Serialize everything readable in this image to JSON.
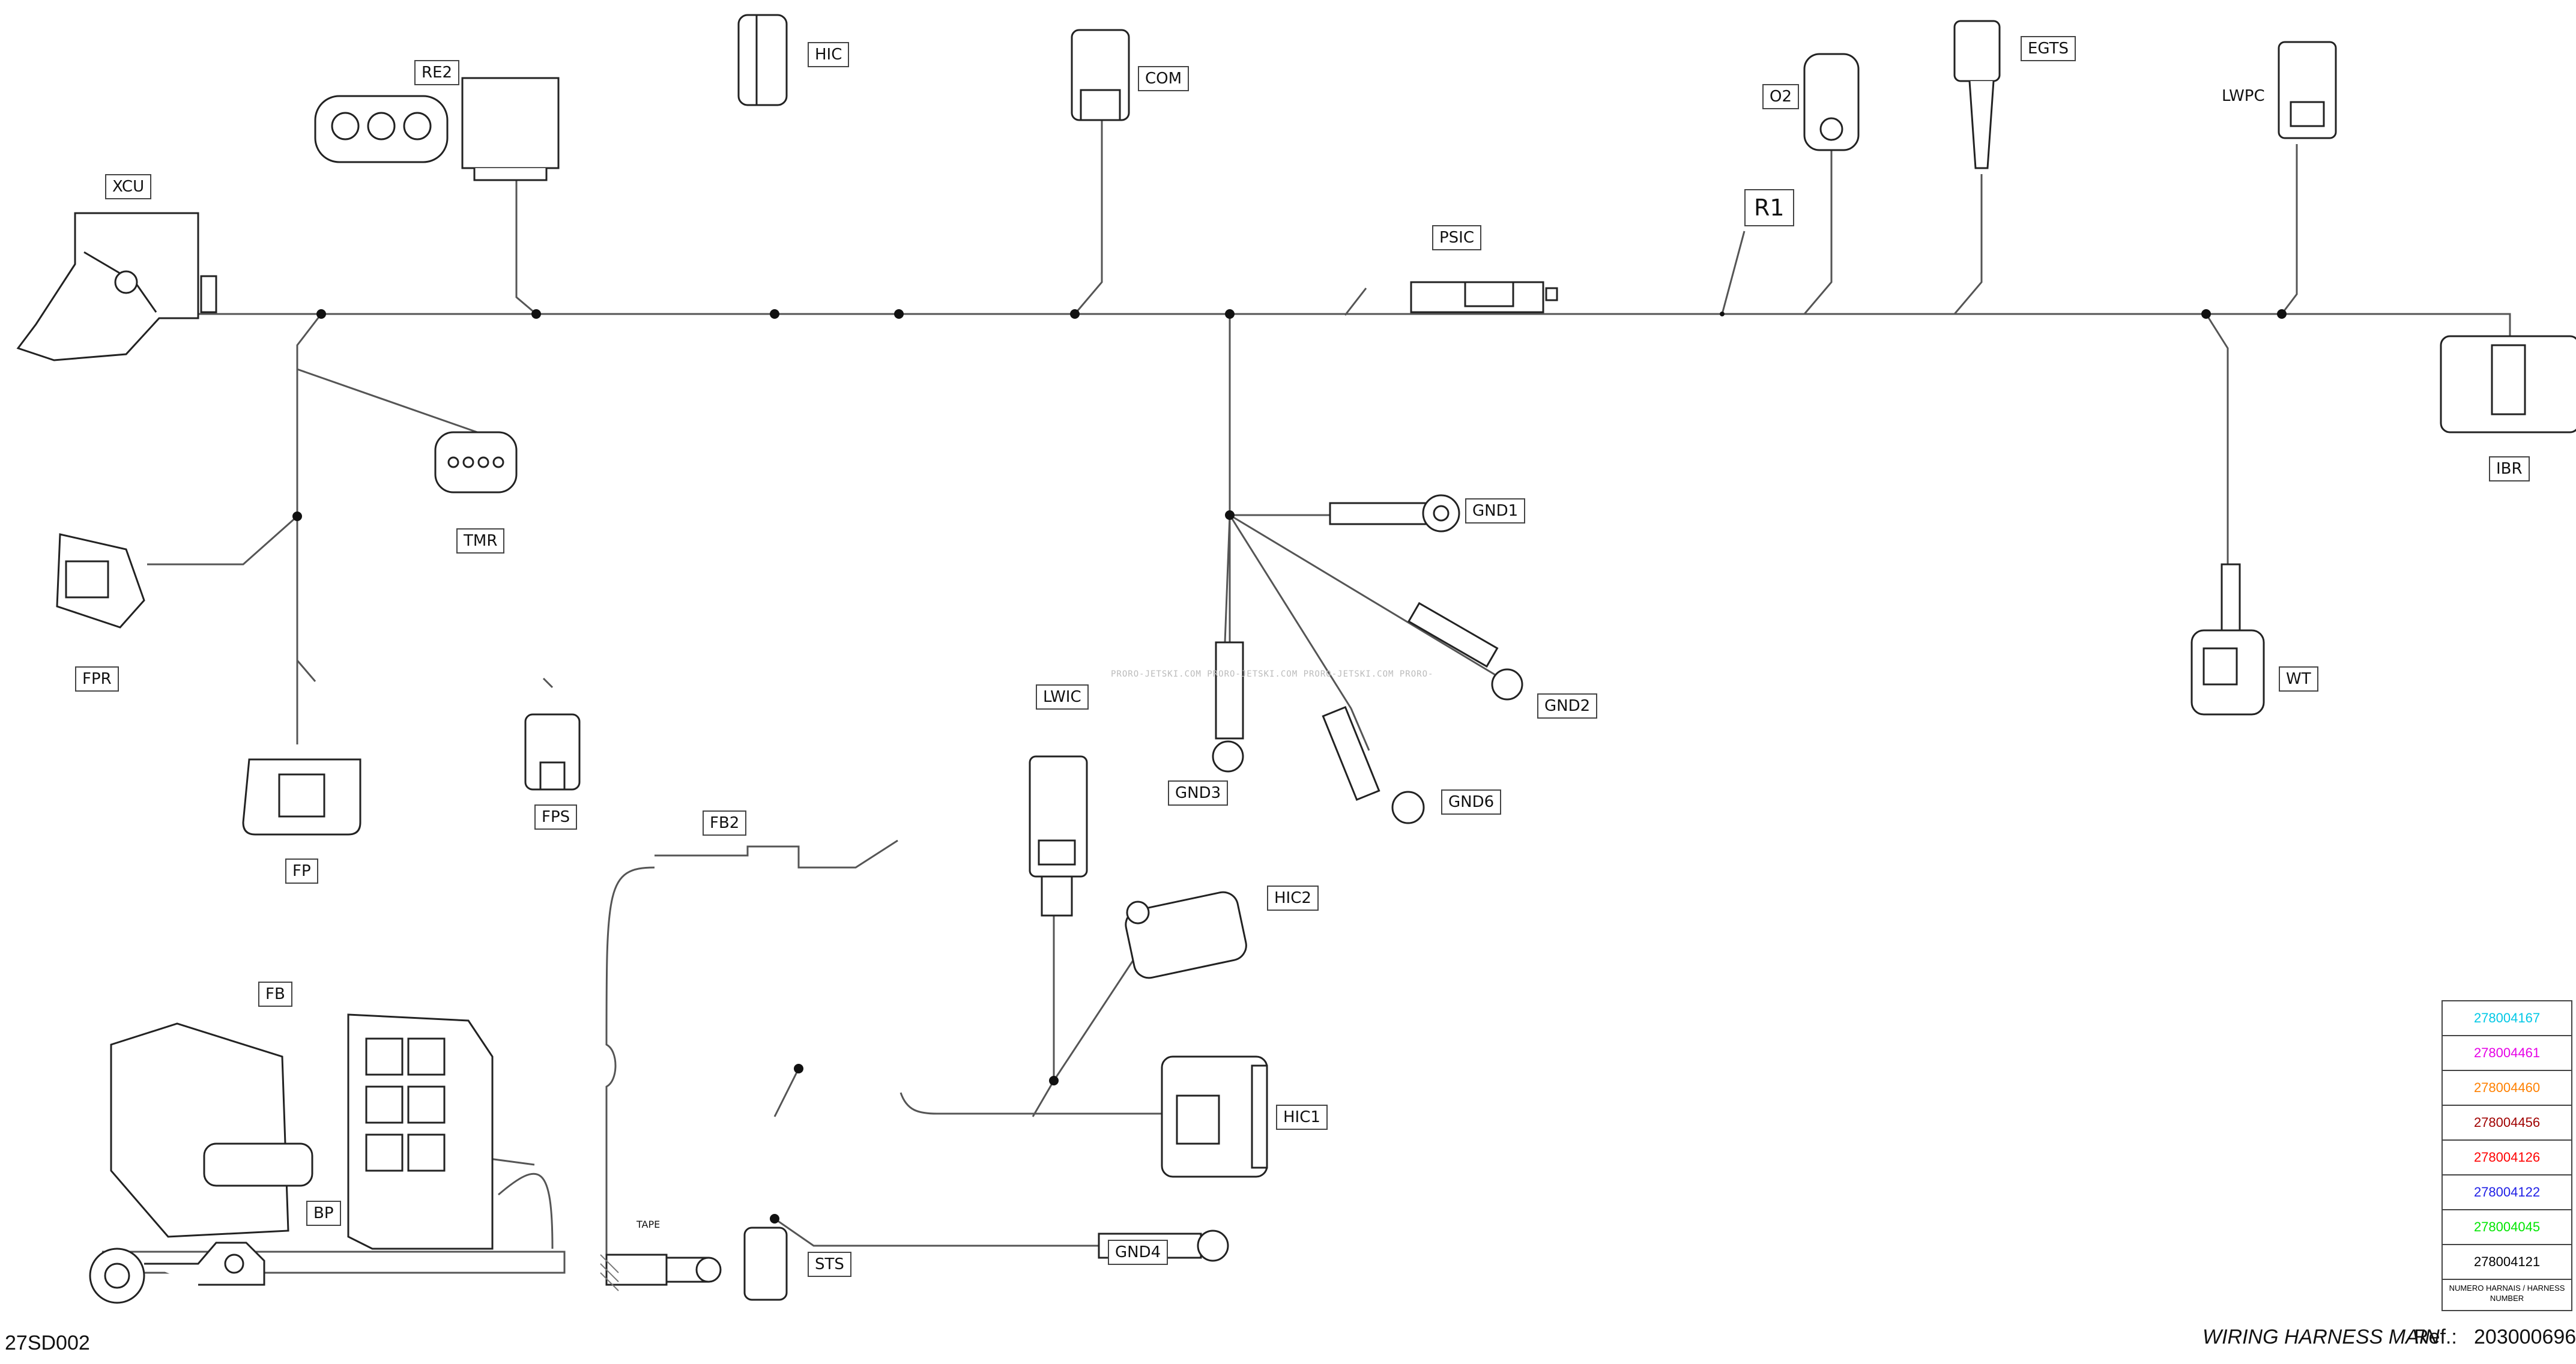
{
  "labels": {
    "xcu": "XCU",
    "re2": "RE2",
    "hic": "HIC",
    "com": "COM",
    "o2": "O2",
    "egts": "EGTS",
    "lwpc": "LWPC",
    "r1": "R1",
    "psic": "PSIC",
    "ibr": "IBR",
    "tmr": "TMR",
    "fpr": "FPR",
    "fp": "FP",
    "fps": "FPS",
    "gnd1": "GND1",
    "gnd2": "GND2",
    "gnd3": "GND3",
    "gnd6": "GND6",
    "lwic": "LWIC",
    "wt": "WT",
    "fb2": "FB2",
    "hic2": "HIC2",
    "hic1": "HIC1",
    "fb": "FB",
    "bp": "BP",
    "sts": "STS",
    "gnd4": "GND4",
    "tape": "TAPE"
  },
  "watermark": "PRORO-JETSKI.COM  PRORO-JETSKI.COM  PRORO-JETSKI.COM  PRORO-",
  "legend": {
    "rows": [
      {
        "code": "278004167",
        "color": "#00c8e6"
      },
      {
        "code": "278004461",
        "color": "#e600e6"
      },
      {
        "code": "278004460",
        "color": "#ff8000"
      },
      {
        "code": "278004456",
        "color": "#a00000"
      },
      {
        "code": "278004126",
        "color": "#ff0000"
      },
      {
        "code": "278004122",
        "color": "#1e1ee6"
      },
      {
        "code": "278004045",
        "color": "#00e600"
      },
      {
        "code": "278004121",
        "color": "#000000"
      }
    ],
    "footer": "NUMERO HARNAIS / HARNESS NUMBER"
  },
  "footer": {
    "drawing_id": "27SD002",
    "title": "WIRING HARNESS  MAIN",
    "ref_label": "Ref.:",
    "ref_value": "203000696"
  },
  "colors": {
    "line": "#444444",
    "node": "#111111"
  }
}
